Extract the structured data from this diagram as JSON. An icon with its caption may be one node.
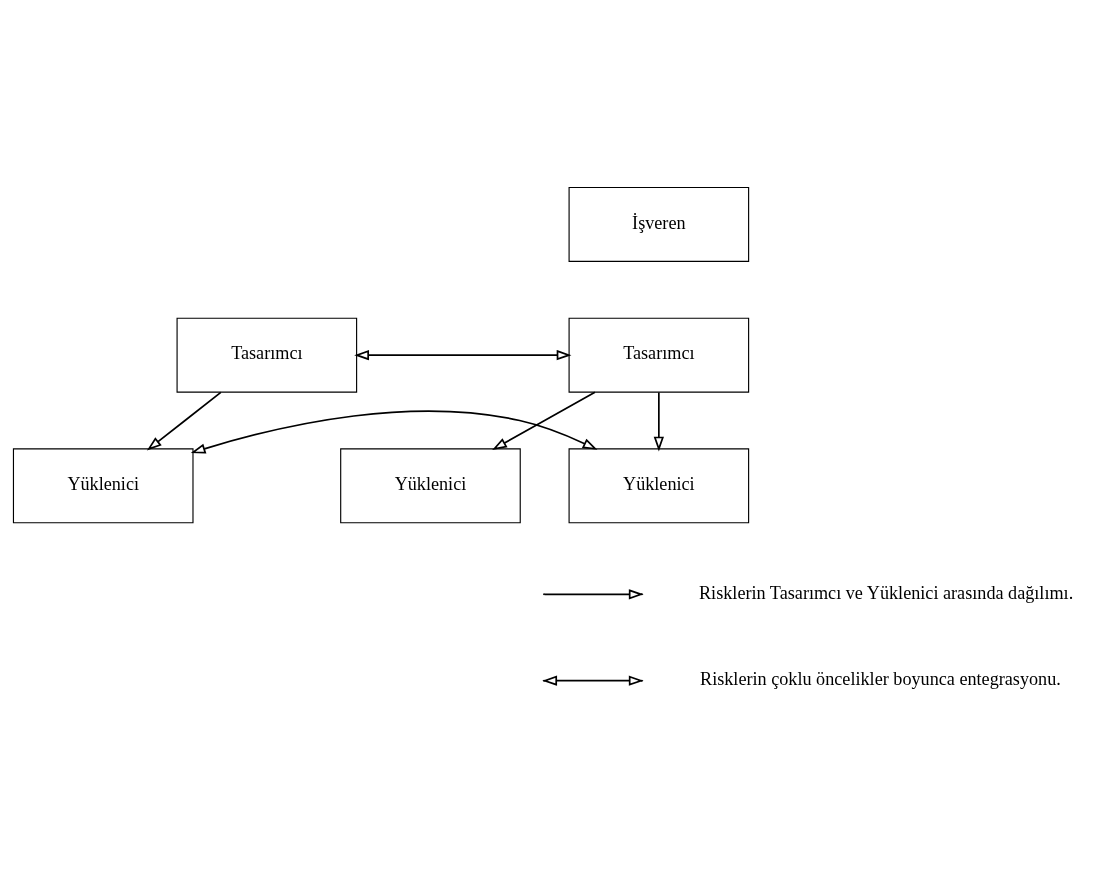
{
  "diagram": {
    "nodes": [
      {
        "text": [
          "İşveren"
        ]
      },
      {
        "text": [
          "Tasarımcı"
        ]
      },
      {
        "text": [
          "Tasarımcı"
        ]
      },
      {
        "text": [
          "Yüklenici"
        ]
      },
      {
        "text": [
          "Yüklenici"
        ]
      },
      {
        "text": [
          "Yüklenici"
        ]
      }
    ],
    "edges": [
      {
        "from": 1,
        "to": 2,
        "arrow": "both"
      },
      {
        "from": 1,
        "to": 3,
        "arrow": "to"
      },
      {
        "from": 2,
        "to": 4,
        "arrow": "to"
      },
      {
        "from": 2,
        "to": 5,
        "arrow": "to"
      },
      {
        "from": 3,
        "to": 5,
        "arrow": "both"
      }
    ],
    "legend": [
      {
        "text": "Risklerin Tasarımcı ve Yüklenici arasında dağılımı."
      },
      {
        "text": "Risklerin çoklu öncelikler boyunca entegrasyonu."
      }
    ]
  }
}
